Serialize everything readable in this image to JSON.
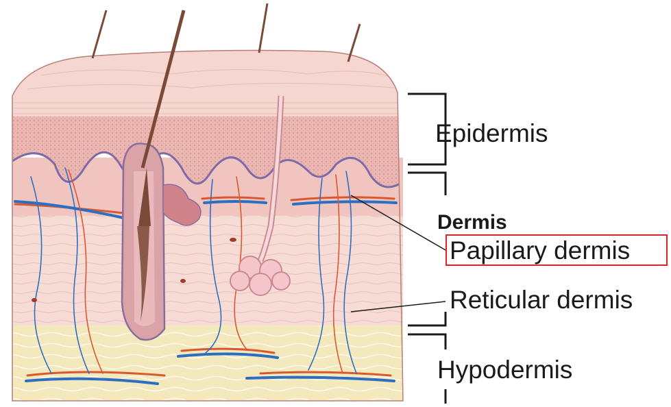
{
  "labels": {
    "epidermis": "Epidermis",
    "dermis": "Dermis",
    "papillary": "Papillary dermis",
    "reticular": "Reticular dermis",
    "hypodermis": "Hypodermis"
  },
  "highlighted_label": "papillary",
  "colors": {
    "highlight_box": "#e0232a",
    "bracket": "#1a1a1a",
    "skin_surface": "#f3d3cd",
    "epidermis_band": "#ecb7b2",
    "dermis": "#f7dcd6",
    "hypodermis": "#f4e8bd",
    "artery": "#d9582f",
    "vein": "#2c6fc2",
    "hair": "#7a4a38"
  },
  "icons": [
    "hair-shaft-icon",
    "sweat-gland-icon",
    "blood-vessel-icon"
  ]
}
